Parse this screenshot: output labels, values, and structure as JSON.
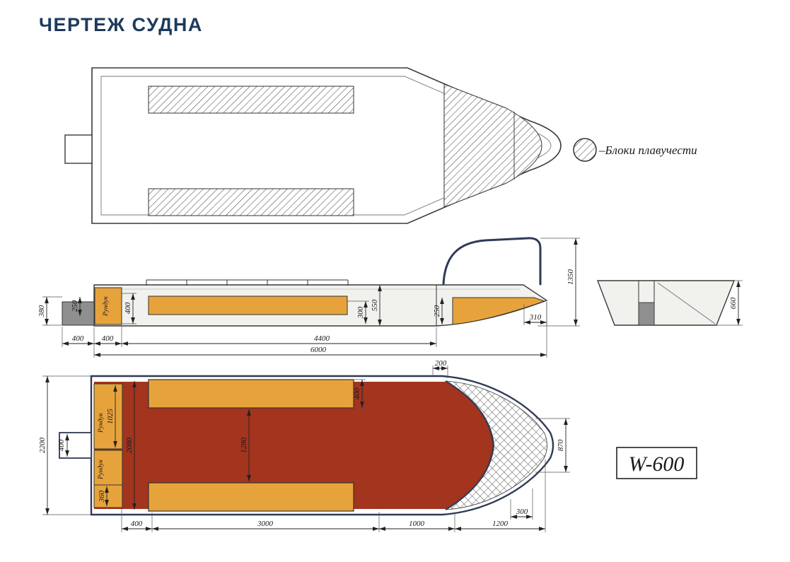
{
  "title": "ЧЕРТЕЖ СУДНА",
  "legend": {
    "label": "–Блоки плавучести"
  },
  "model_badge": {
    "label": "W-600"
  },
  "side_view": {
    "locker_label": "Рундук",
    "dim_transom_height": "380",
    "dim_motor_mount_height": "250",
    "dim_locker_height": "400",
    "dim_seat_height": "300",
    "dim_depth": "550",
    "dim_bow_locker_height": "250",
    "dim_bow_overhang": "310",
    "dim_rail_height": "1350",
    "dim_motor_length": "400",
    "dim_locker_length": "400",
    "dim_cockpit_length": "4400",
    "dim_overall_length": "6000",
    "dim_section_depth": "660"
  },
  "plan_view": {
    "locker_fwd_label": "Рундук",
    "locker_aft_label": "Рундук",
    "dim_beam": "2200",
    "dim_motor_width": "400",
    "dim_locker_length": "1025",
    "dim_inner_beam": "2080",
    "dim_floor_width": "1280",
    "dim_locker_aft_length": "360",
    "dim_gunwale": "200",
    "dim_seat_width": "400",
    "dim_bow_width": "870",
    "dim_bow_tip": "300",
    "dim_bottom_400": "400",
    "dim_bottom_3000": "3000",
    "dim_bottom_1000": "1000",
    "dim_bottom_1200": "1200"
  }
}
